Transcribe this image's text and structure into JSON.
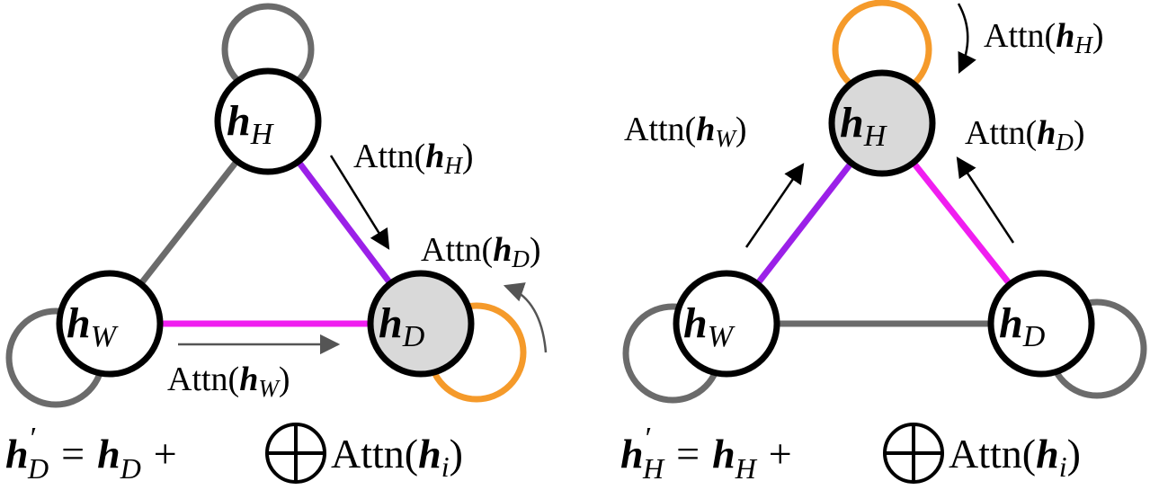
{
  "colors": {
    "gray_edge": "#6b6b6b",
    "purple_edge": "#9b20e8",
    "magenta_edge": "#f01ef0",
    "orange_loop": "#f59a2a",
    "highlight_fill": "#d9d9d9",
    "arrow_black": "#000000",
    "arrow_gray": "#555555"
  },
  "left": {
    "node_h": {
      "base": "h",
      "sub": "H"
    },
    "node_w": {
      "base": "h",
      "sub": "W"
    },
    "node_d": {
      "base": "h",
      "sub": "D"
    },
    "label_attn_h": {
      "fn": "Attn(",
      "var": "h",
      "sub": "H",
      "close": ")"
    },
    "label_attn_d": {
      "fn": "Attn(",
      "var": "h",
      "sub": "D",
      "close": ")"
    },
    "label_attn_w": {
      "fn": "Attn(",
      "var": "h",
      "sub": "W",
      "close": ")"
    },
    "equation": {
      "lhs": "h",
      "lhs_sub": "D",
      "eq": "=",
      "rhs": "h",
      "rhs_sub": "D",
      "plus": "+",
      "attn": "Attn(",
      "attn_var": "h",
      "attn_sub": "i",
      "close": ")"
    }
  },
  "right": {
    "node_h": {
      "base": "h",
      "sub": "H"
    },
    "node_w": {
      "base": "h",
      "sub": "W"
    },
    "node_d": {
      "base": "h",
      "sub": "D"
    },
    "label_attn_h": {
      "fn": "Attn(",
      "var": "h",
      "sub": "H",
      "close": ")"
    },
    "label_attn_w": {
      "fn": "Attn(",
      "var": "h",
      "sub": "W",
      "close": ")"
    },
    "label_attn_d": {
      "fn": "Attn(",
      "var": "h",
      "sub": "D",
      "close": ")"
    },
    "equation": {
      "lhs": "h",
      "lhs_sub": "H",
      "eq": "=",
      "rhs": "h",
      "rhs_sub": "H",
      "plus": "+",
      "attn": "Attn(",
      "attn_var": "h",
      "attn_sub": "i",
      "close": ")"
    }
  }
}
